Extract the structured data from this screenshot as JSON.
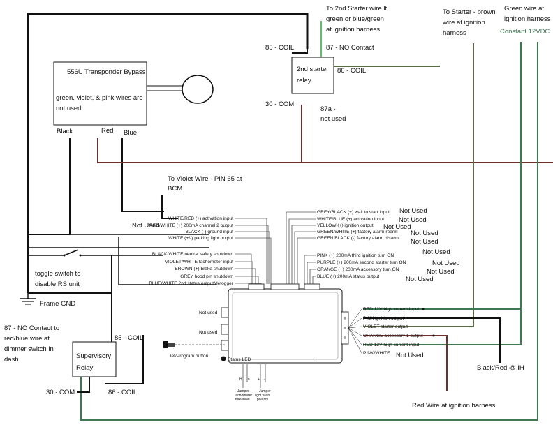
{
  "bypass": {
    "title": "556U Transponder Bypass",
    "note_line1": "green, violet, & pink wires are",
    "note_line2": "not used",
    "wire_black": "Black",
    "wire_red": "Red",
    "wire_blue": "Blue"
  },
  "relay2": {
    "title1": "2nd starter",
    "title2": "relay",
    "pin85": "85 - COIL",
    "pin87": "87 - NO Contact",
    "pin86": "86 - COIL",
    "pin30": "30 - COM",
    "pin87a_1": "87a -",
    "pin87a_2": "not used"
  },
  "top_notes": {
    "green_1": "To 2nd Starter wire lt",
    "green_2": "green or blue/green",
    "green_3": "at ignition harness",
    "brown_1": "To Starter - brown",
    "brown_2": "wire at ignition",
    "brown_3": "harness",
    "gw_1": "Green wire at",
    "gw_2": "ignition harness",
    "gw_3": "Constant 12VDC"
  },
  "violet_note": {
    "line1": "To Violet Wire - PIN 65 at",
    "line2": "BCM"
  },
  "left_pins": [
    "WHITE/RED (+) activation input",
    "RED/WHITE (+) 200mA channel 2 output",
    "BLACK (-) ground input",
    "WHITE (+/-) parking light output",
    "BLACK/WHITE neutral safety shutdown",
    "VIOLET/WHITE tachometer input",
    "BROWN (+) brake shutdown",
    "GREY hood pin shutdown",
    "BLUE/WHITE 2nd status output/defogger"
  ],
  "right_pins": [
    "GREY/BLACK (+) wait to start input",
    "WHITE/BLUE (+) activation input",
    "YELLOW (+) ignition output",
    "GREEN/WHITE (+) factory alarm rearm",
    "GREEN/BLACK (-) factory alarm disarm",
    "PINK (+) 200mA third ignition turn ON",
    "PURPLE (+) 200mA second starter turn ON",
    "ORANGE (+) 200mA accessory turn ON",
    "BLUE (+) 200mA status output"
  ],
  "harness_pins": [
    "RED 12V high current input",
    "PINK ignition output",
    "VIOLET starter output",
    "ORANGE accessory 1 output",
    "RED 12V high current input",
    "PINK/WHITE"
  ],
  "not_used": "Not Used",
  "not_used_lower": "Not used",
  "toggle_1": "toggle switch to",
  "toggle_2": "disable RS unit",
  "frame_gnd": "Frame GND",
  "dimmer": [
    "87 - NO Contact to",
    "red/blue wire at",
    "dimmer switch in",
    "dash"
  ],
  "sup_relay": {
    "title1": "Supervisory",
    "title2": "Relay",
    "pin85": "85 - COIL",
    "pin30": "30 - COM",
    "pin86": "86 - COIL"
  },
  "module": {
    "status_led": "Status LED",
    "program_btn": "let/Program button",
    "jumper1": [
      "Jumper",
      "tachometer",
      "threshold"
    ],
    "jumper2": [
      "Jumper",
      "light flash",
      "polarity"
    ],
    "hi": "H",
    "lo": "Lo",
    "plus": "+",
    "minus": "-",
    "dash": "-"
  },
  "black_red": "Black/Red @ IH",
  "red_wire": "Red Wire at ignition harness",
  "colors": {
    "black": "#111111",
    "brown": "#6b3030",
    "green": "#3d7a52",
    "light_green": "#5fbf6a",
    "olive": "#5c6b4a"
  }
}
